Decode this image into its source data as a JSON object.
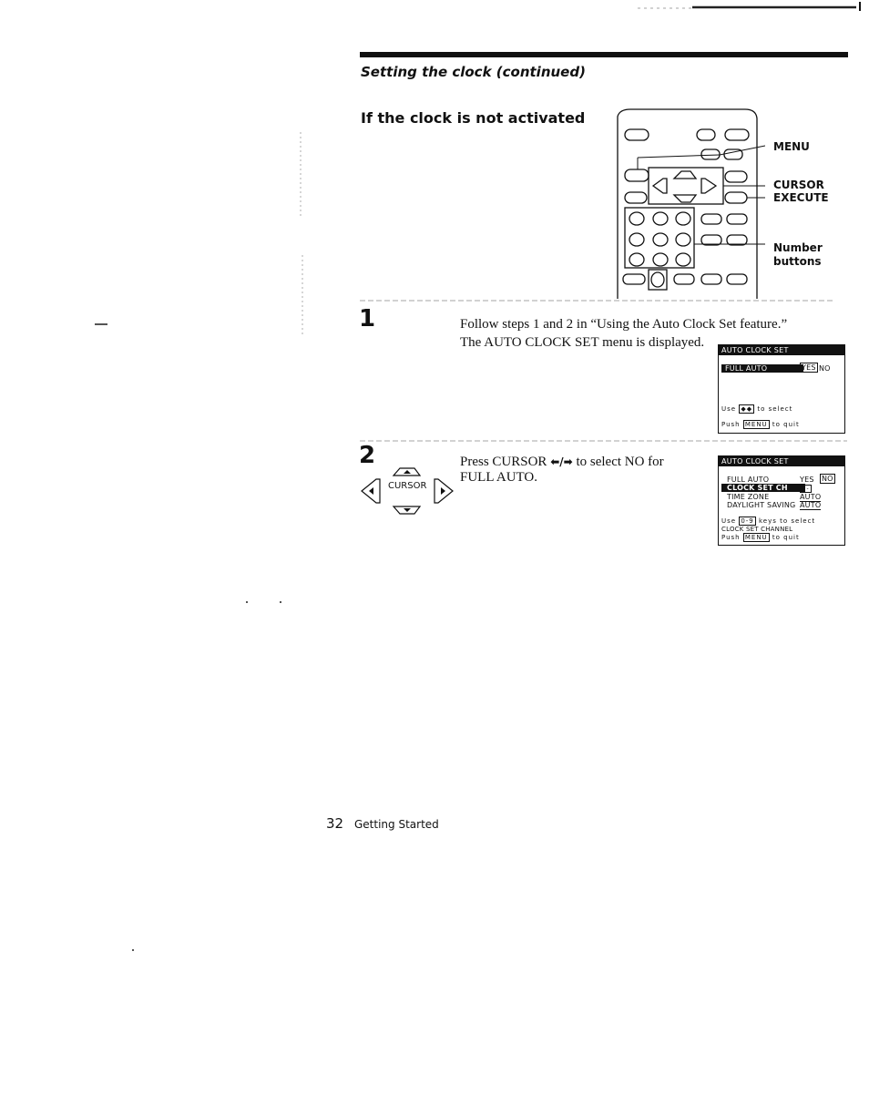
{
  "header": {
    "section_title": "Setting the clock (continued)",
    "heading": "If the clock is not activated"
  },
  "remote": {
    "labels": {
      "menu": "MENU",
      "cursor": "CURSOR",
      "execute": "EXECUTE",
      "number_line1": "Number",
      "number_line2": "buttons"
    }
  },
  "step1": {
    "number": "1",
    "line1": "Follow steps 1 and 2 in “Using the Auto Clock Set feature.”",
    "line2": "The AUTO CLOCK SET menu is displayed.",
    "osd": {
      "title": "AUTO CLOCK SET",
      "row_label": "FULL AUTO",
      "opt_yes": "YES",
      "opt_no": "NO",
      "help1_a": "Use",
      "help1_b": "to select",
      "help2_a": "Push",
      "help2_key": "MENU",
      "help2_b": "to quit"
    }
  },
  "step2": {
    "number": "2",
    "cursor_label": "CURSOR",
    "line1_a": "Press CURSOR",
    "line1_b": "to select NO for",
    "line2": "FULL AUTO.",
    "osd": {
      "title": "AUTO CLOCK SET",
      "rows": {
        "full_auto": "FULL AUTO",
        "clock_set_ch": "CLOCK SET CH",
        "time_zone": "TIME ZONE",
        "daylight_saving": "DAYLIGHT SAVING"
      },
      "values": {
        "yes": "YES",
        "no": "NO",
        "ch_value": "- -",
        "time_zone": "AUTO",
        "daylight_saving": "AUTO"
      },
      "help1_a": "Use",
      "help1_key": "0-9",
      "help1_b": "keys to select",
      "help2": "CLOCK SET CHANNEL",
      "help3_a": "Push",
      "help3_key": "MENU",
      "help3_b": "to quit"
    }
  },
  "footer": {
    "page_number": "32",
    "section": "Getting Started"
  }
}
